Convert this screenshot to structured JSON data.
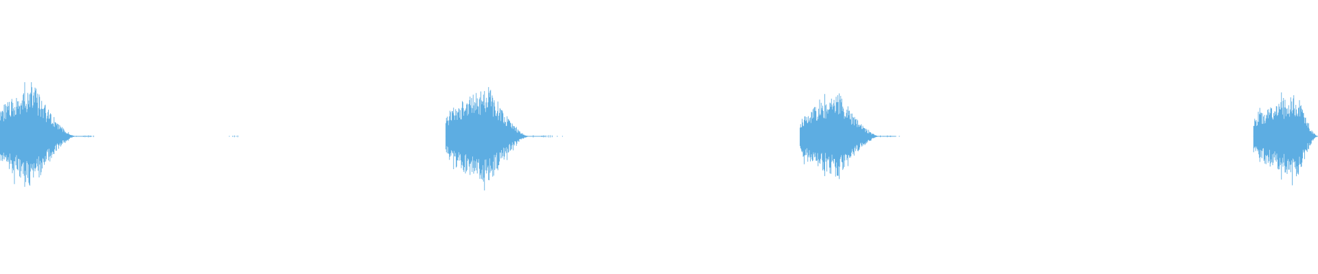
{
  "waveform": {
    "color": "#5dade2",
    "background": "#ffffff",
    "bursts": [
      {
        "start": 0.0,
        "peak": 0.026,
        "end": 0.058,
        "amplitude": 0.98,
        "onset": "cut"
      },
      {
        "start": 0.338,
        "peak": 0.371,
        "end": 0.402,
        "amplitude": 0.92,
        "onset": "sharp"
      },
      {
        "start": 0.607,
        "peak": 0.637,
        "end": 0.668,
        "amplitude": 0.8,
        "onset": "sharp"
      },
      {
        "start": 0.951,
        "peak": 0.985,
        "end": 1.0,
        "amplitude": 0.79,
        "onset": "sharp"
      }
    ],
    "residual_noise": [
      {
        "start": 0.058,
        "end": 0.072
      },
      {
        "start": 0.174,
        "end": 0.184
      },
      {
        "start": 0.402,
        "end": 0.428
      },
      {
        "start": 0.668,
        "end": 0.683
      }
    ]
  }
}
